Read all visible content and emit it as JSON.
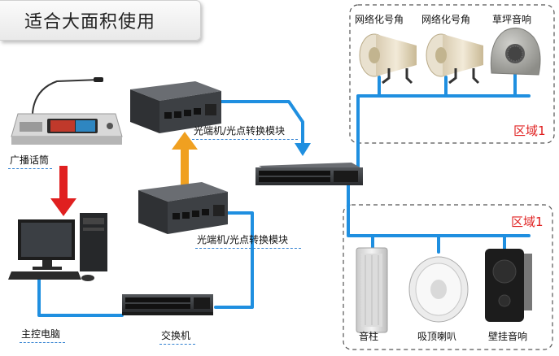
{
  "title": "适合大面积使用",
  "labels": {
    "mic": "广播话筒",
    "pc": "主控电脑",
    "switch_bottom": "交换机",
    "converter_top": "光端机/光点转换模块",
    "converter_bottom": "光端机/光点转换模块",
    "horn1": "网络化号角",
    "horn2": "网络化号角",
    "lawn": "草坪音响",
    "column": "音柱",
    "ceiling": "吸顶喇叭",
    "wall": "壁挂音响"
  },
  "zones": {
    "zone1_top": "区域1",
    "zone1_bottom": "区域1"
  },
  "colors": {
    "cable": "#1f8fe0",
    "arrow_red": "#e02020",
    "arrow_orange": "#f0a020",
    "zone_text": "#e02020",
    "zone_border": "#555555"
  }
}
